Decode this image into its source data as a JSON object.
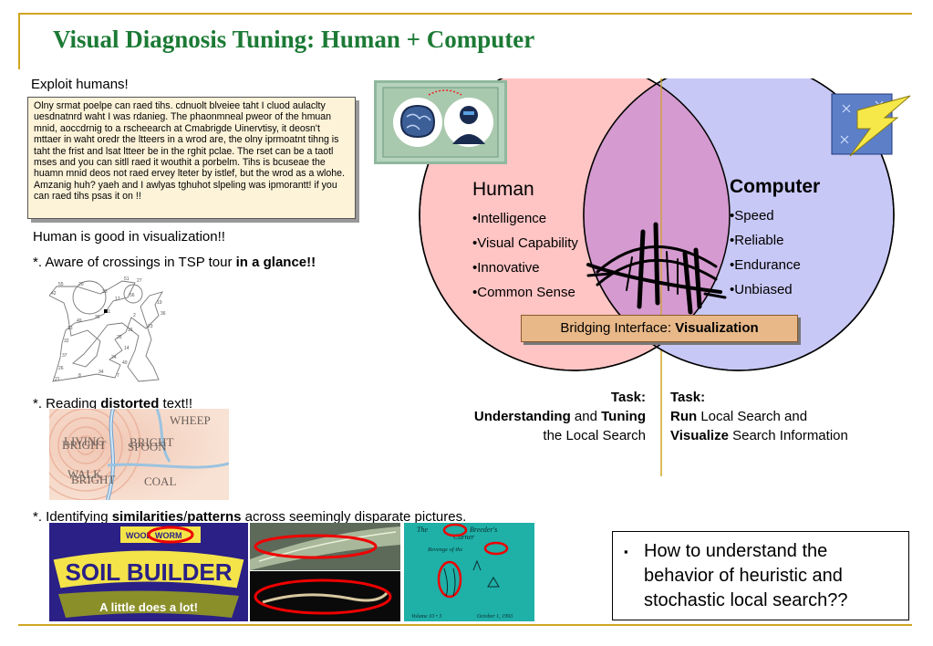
{
  "slide": {
    "title": "Visual Diagnosis Tuning: Human + Computer"
  },
  "left": {
    "exploit_heading": "Exploit humans!",
    "scrambled_text": "Olny srmat poelpe can raed tihs. cdnuolt blveiee taht I cluod aulaclty uesdnatnrd waht I was rdanieg. The phaonmneal pweor of the hmuan mnid, aoccdrnig to a rscheearch at Cmabrigde Uinervtisy, it deosn't mttaer in waht oredr the ltteers in a wrod are, the olny iprmoatnt tihng is taht the frist and lsat ltteer be in the rghit pclae. The rset can be a taotl mses and you can sitll raed it wouthit a porbelm. Tihs is bcuseae the huamn mnid deos not raed ervey lteter by istlef, but the wrod as a wlohe. Amzanig huh? yaeh and I awlyas tghuhot slpeling was ipmorantt! if you can raed tihs psas it on !!",
    "good_in_vis": "Human is good in visualization!!",
    "crossings_pre": "*. Aware of crossings in TSP tour ",
    "crossings_bold": "in a glance!!",
    "reading_pre": "*. Reading ",
    "reading_bold": "distorted",
    "reading_post": " text!!",
    "ident_pre": "*. Identifying ",
    "ident_bold1": "similarities",
    "ident_slash": "/",
    "ident_bold2": "patterns",
    "ident_post": " across seemingly disparate pictures."
  },
  "captcha": {
    "words": [
      "LIVING",
      "BRIGHT",
      "BRIGHT",
      "SPOON",
      "WHEEP",
      "WALK",
      "BRIGHT",
      "COAL"
    ]
  },
  "tsp_labels": [
    "42",
    "55",
    "20",
    "33",
    "51",
    "27",
    "56",
    "17",
    "11",
    "38",
    "49",
    "13",
    "32",
    "37",
    "26",
    "21",
    "8",
    "34",
    "7",
    "40",
    "24",
    "14",
    "25",
    "16",
    "2",
    "23",
    "36",
    "19"
  ],
  "images": {
    "soil": {
      "top_label": "WOOL",
      "top_label2": "WORM",
      "main": "SOIL BUILDER",
      "sub": "A little does a lot!"
    },
    "comic": {
      "title1": "The",
      "title2": "Breeder's",
      "title3": "Corner",
      "subtitle": "Revenge of the",
      "footer_left": "Volume 10 • 3",
      "footer_right": "October 1, 1993"
    }
  },
  "venn": {
    "human_title": "Human",
    "human_items": [
      "•Intelligence",
      "•Visual Capability",
      "•Innovative",
      "•Common Sense"
    ],
    "computer_title": "Computer",
    "computer_items": [
      "•Speed",
      "•Reliable",
      "•Endurance",
      "•Unbiased"
    ],
    "bridge_pre": "Bridging Interface: ",
    "bridge_bold": "Visualization",
    "colors": {
      "human_fill": "#ffc4c4",
      "computer_fill": "#c8c8f6",
      "overlap_fill": "#d59ad0"
    }
  },
  "tasks": {
    "human_task_label": "Task:",
    "human_task_b1": "Understanding",
    "human_task_and": " and ",
    "human_task_b2": "Tuning",
    "human_task_line3": "the Local Search",
    "computer_task_label": "Task:",
    "computer_task_b1": "Run",
    "computer_task_t1": " Local Search and",
    "computer_task_b2": "Visualize",
    "computer_task_t2": " Search Information"
  },
  "question": {
    "bullet": "▪",
    "text": "How to understand the behavior of heuristic and stochastic local search??"
  },
  "theme": {
    "title_color": "#1c7a35",
    "rule_color": "#cfa521"
  }
}
